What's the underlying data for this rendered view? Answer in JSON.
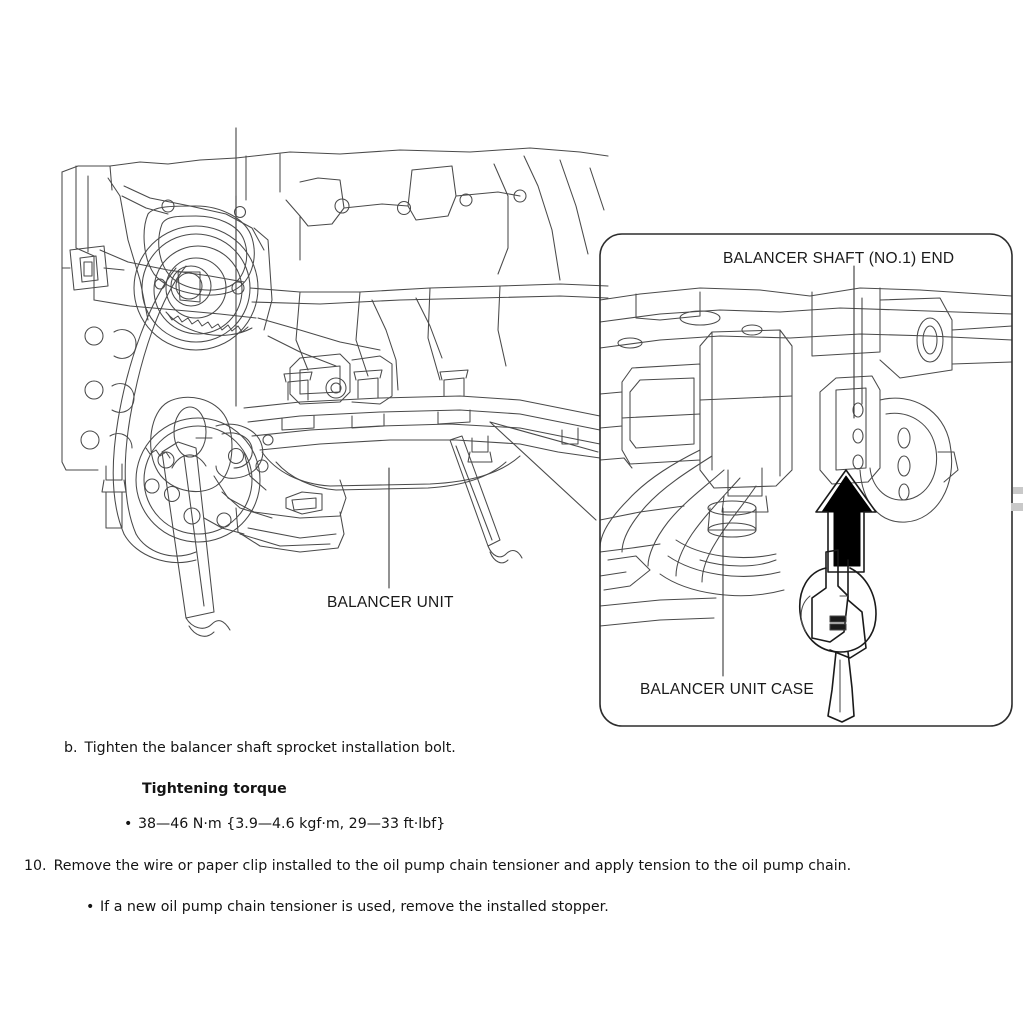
{
  "document": {
    "type": "service-manual-procedure",
    "background_color": "#ffffff",
    "line_color": "#3a3a3a",
    "text_color": "#141414"
  },
  "figure": {
    "caption_labels": {
      "balancer_unit": "BALANCER UNIT",
      "balancer_shaft_end": "BALANCER SHAFT (NO.1) END",
      "balancer_unit_case": "BALANCER UNIT CASE"
    },
    "inset": {
      "has_rounded_border": true,
      "border_color": "#333333",
      "arrow_color": "#000000",
      "arrow_direction": "up"
    }
  },
  "steps": {
    "step_b": {
      "marker": "b.",
      "text": "Tighten the balancer shaft sprocket installation bolt."
    },
    "torque_heading": "Tightening torque",
    "torque_value": {
      "bullet": "•",
      "text": "38—46 N·m {3.9—4.6 kgf·m, 29—33 ft·lbf}"
    },
    "step_10": {
      "marker": "10.",
      "text": "Remove the wire or paper clip installed to the oil pump chain tensioner and apply tension to the oil pump chain."
    },
    "step_10_note": {
      "bullet": "•",
      "text": "If a new oil pump chain tensioner is used, remove the installed stopper."
    }
  }
}
